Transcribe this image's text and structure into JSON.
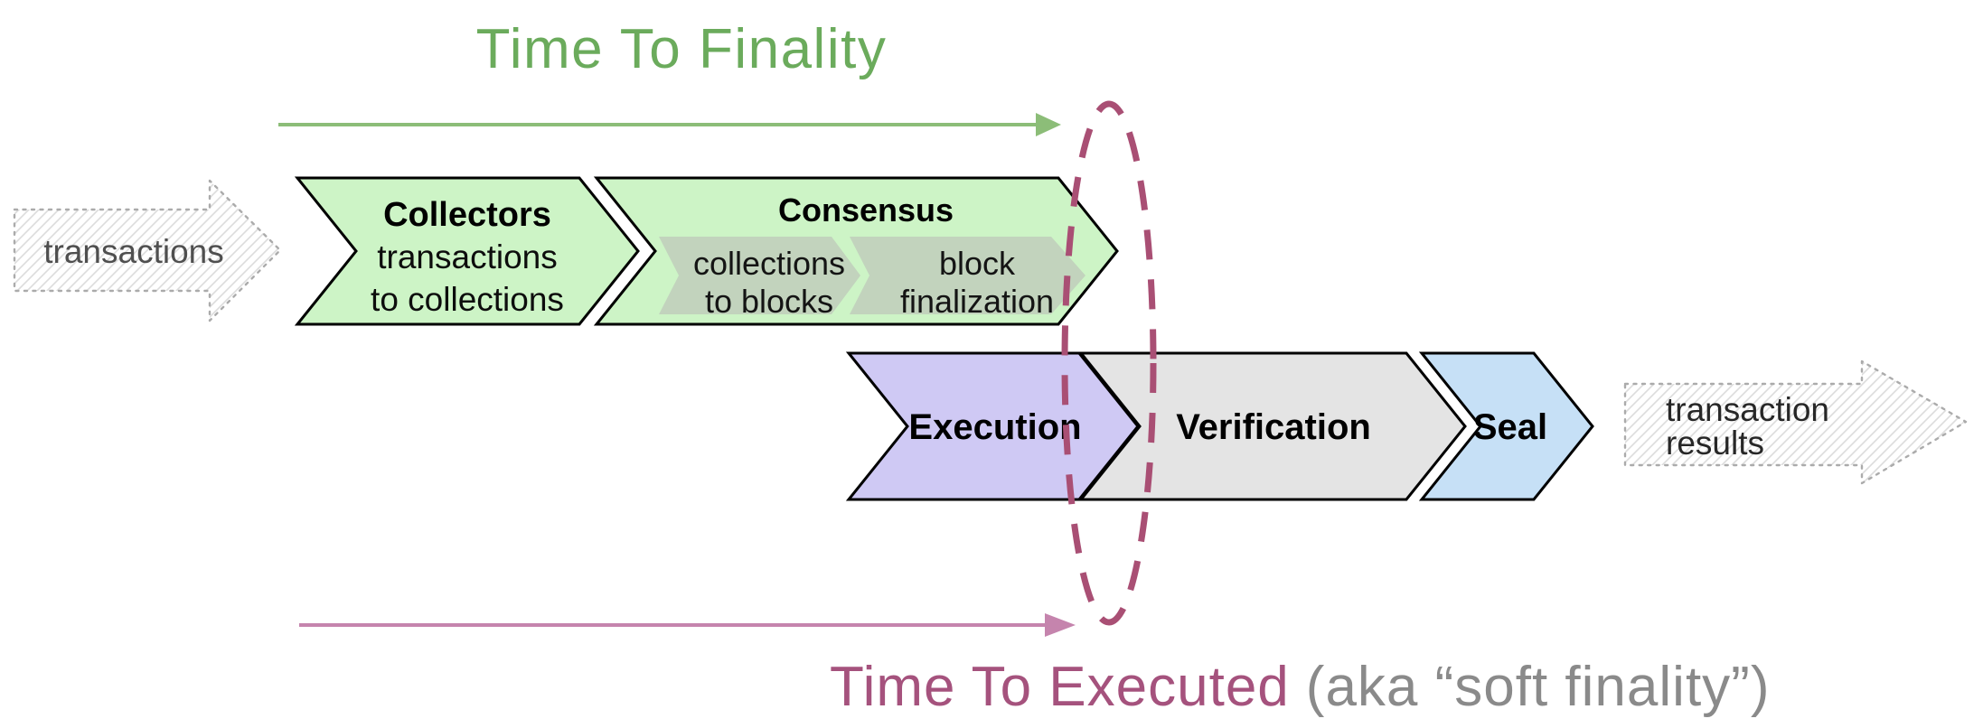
{
  "timelines": {
    "finality": {
      "label": "Time To Finality"
    },
    "executed": {
      "label": "Time To Executed",
      "suffix": "(aka “soft finality”)"
    }
  },
  "io": {
    "input": "transactions",
    "output_line1": "transaction",
    "output_line2": "results"
  },
  "stages": {
    "collectors": {
      "title": "Collectors",
      "line1": "transactions",
      "line2": "to collections"
    },
    "consensus": {
      "title": "Consensus",
      "substages": [
        {
          "line1": "collections",
          "line2": "to blocks"
        },
        {
          "line1": "block",
          "line2": "finalization"
        }
      ]
    },
    "execution": {
      "title": "Execution"
    },
    "verification": {
      "title": "Verification"
    },
    "seal": {
      "title": "Seal"
    }
  },
  "colors": {
    "finality_green_title": "#6bab5c",
    "finality_green_arrow": "#8cbd78",
    "executed_rose_title": "#a5527d",
    "executed_suffix_gray": "#8a8a8a",
    "executed_pink_arrow": "#c584ad",
    "soft_finality_ellipse": "#a94f74",
    "stage_green": "#cdf4c6",
    "substage_gray_green": "#c2d3bd",
    "execution_purple": "#cfc9f4",
    "verification_gray": "#e4e4e4",
    "seal_blue": "#c6e0f6",
    "chevron_border": "#000000"
  }
}
